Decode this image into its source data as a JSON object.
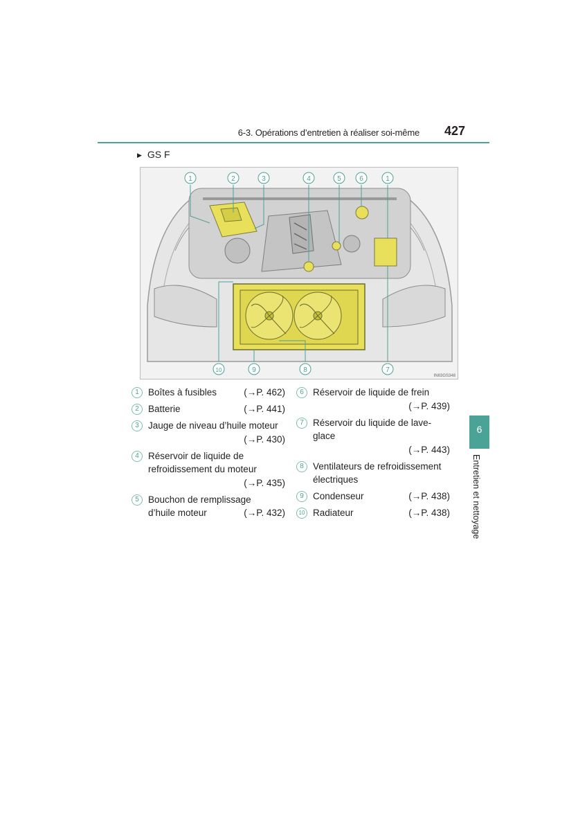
{
  "header": {
    "section_title": "6-3. Opérations d’entretien à réaliser soi-même",
    "page_number": "427"
  },
  "variant": {
    "marker": "▶",
    "label": "GS F"
  },
  "figure": {
    "callouts": [
      "1",
      "2",
      "3",
      "4",
      "5",
      "6",
      "1",
      "10",
      "9",
      "8",
      "7"
    ],
    "code": "IN63GS348"
  },
  "legend": {
    "col1": [
      {
        "num": "1",
        "text": "Boîtes à fusibles",
        "ref": "(→P. 462)"
      },
      {
        "num": "2",
        "text": "Batterie",
        "ref": "(→P. 441)"
      },
      {
        "num": "3",
        "text": "Jauge de niveau d’huile moteur",
        "ref": "(→P. 430)"
      },
      {
        "num": "4",
        "line1": "Réservoir de liquide de",
        "line2": "refroidissement du moteur",
        "ref": "(→P. 435)"
      },
      {
        "num": "5",
        "line1": "Bouchon de remplissage",
        "line2": "d’huile moteur",
        "ref": "(→P. 432)"
      }
    ],
    "col2": [
      {
        "num": "6",
        "text": "Réservoir de liquide de frein",
        "ref": "(→P. 439)"
      },
      {
        "num": "7",
        "text": "Réservoir du liquide de lave-glace",
        "ref": "(→P. 443)"
      },
      {
        "num": "8",
        "line1": "Ventilateurs de refroidissement",
        "line2": "électriques"
      },
      {
        "num": "9",
        "text": "Condenseur",
        "ref": "(→P. 438)"
      },
      {
        "num": "10",
        "text": "Radiateur",
        "ref": "(→P. 438)"
      }
    ]
  },
  "side_tab": {
    "chapter": "6",
    "label": "Entretien et nettoyage"
  },
  "colors": {
    "accent": "#4aa396",
    "highlight": "#e8e05a"
  }
}
